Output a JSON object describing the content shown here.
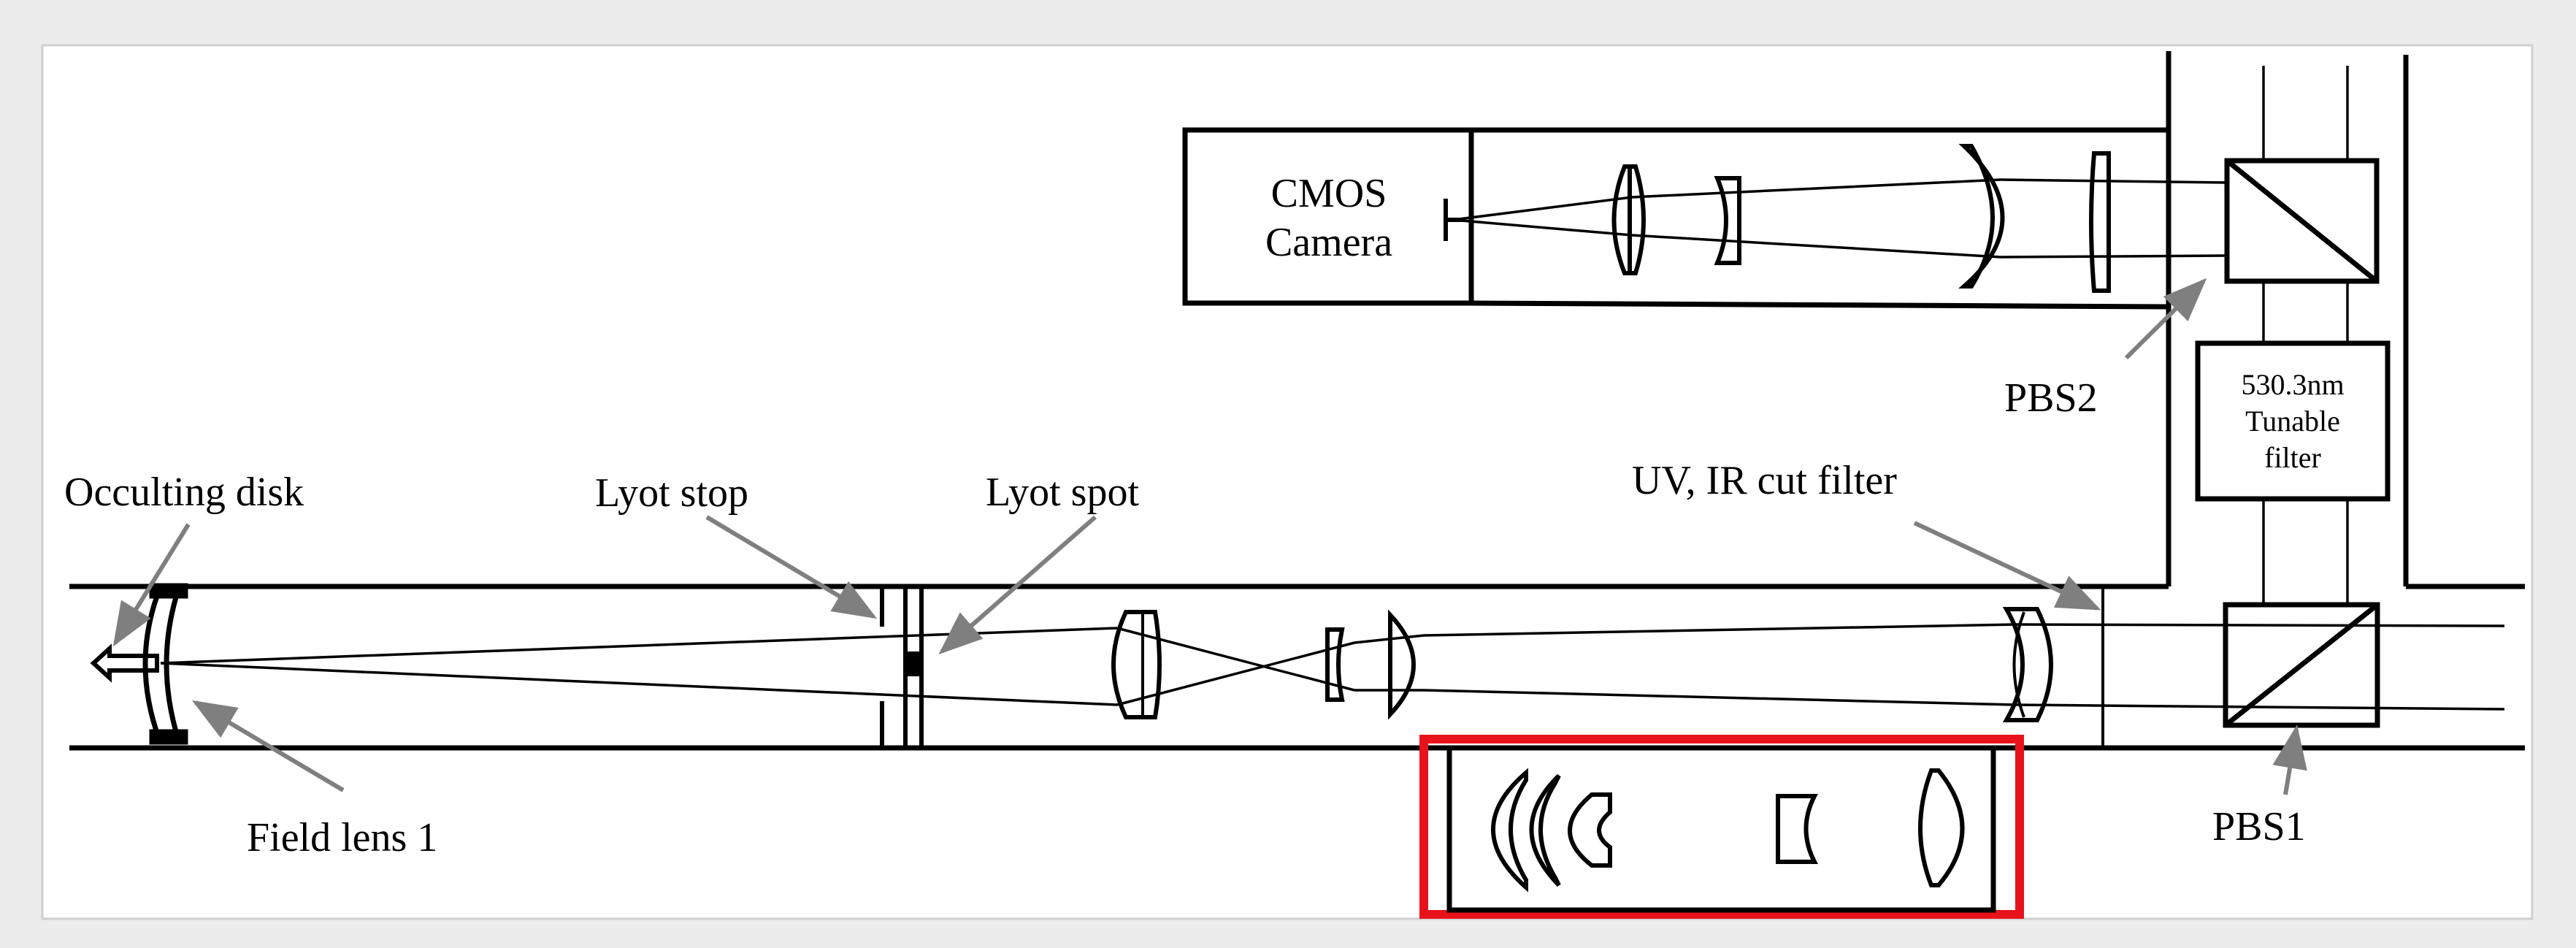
{
  "labels": {
    "cmos_line1": "CMOS",
    "cmos_line2": "Camera",
    "occulting_disk": "Occulting disk",
    "lyot_stop": "Lyot stop",
    "lyot_spot": "Lyot spot",
    "uv_ir_filter": "UV, IR cut filter",
    "pbs2": "PBS2",
    "pbs1": "PBS1",
    "field_lens": "Field lens 1",
    "filter_line1": "530.3nm",
    "filter_line2": "Tunable",
    "filter_line3": "filter"
  },
  "colors": {
    "line": "#000000",
    "arrow": "#7f7f7f",
    "highlight": "#e8121a",
    "page": "#ffffff",
    "background": "#ececec"
  }
}
